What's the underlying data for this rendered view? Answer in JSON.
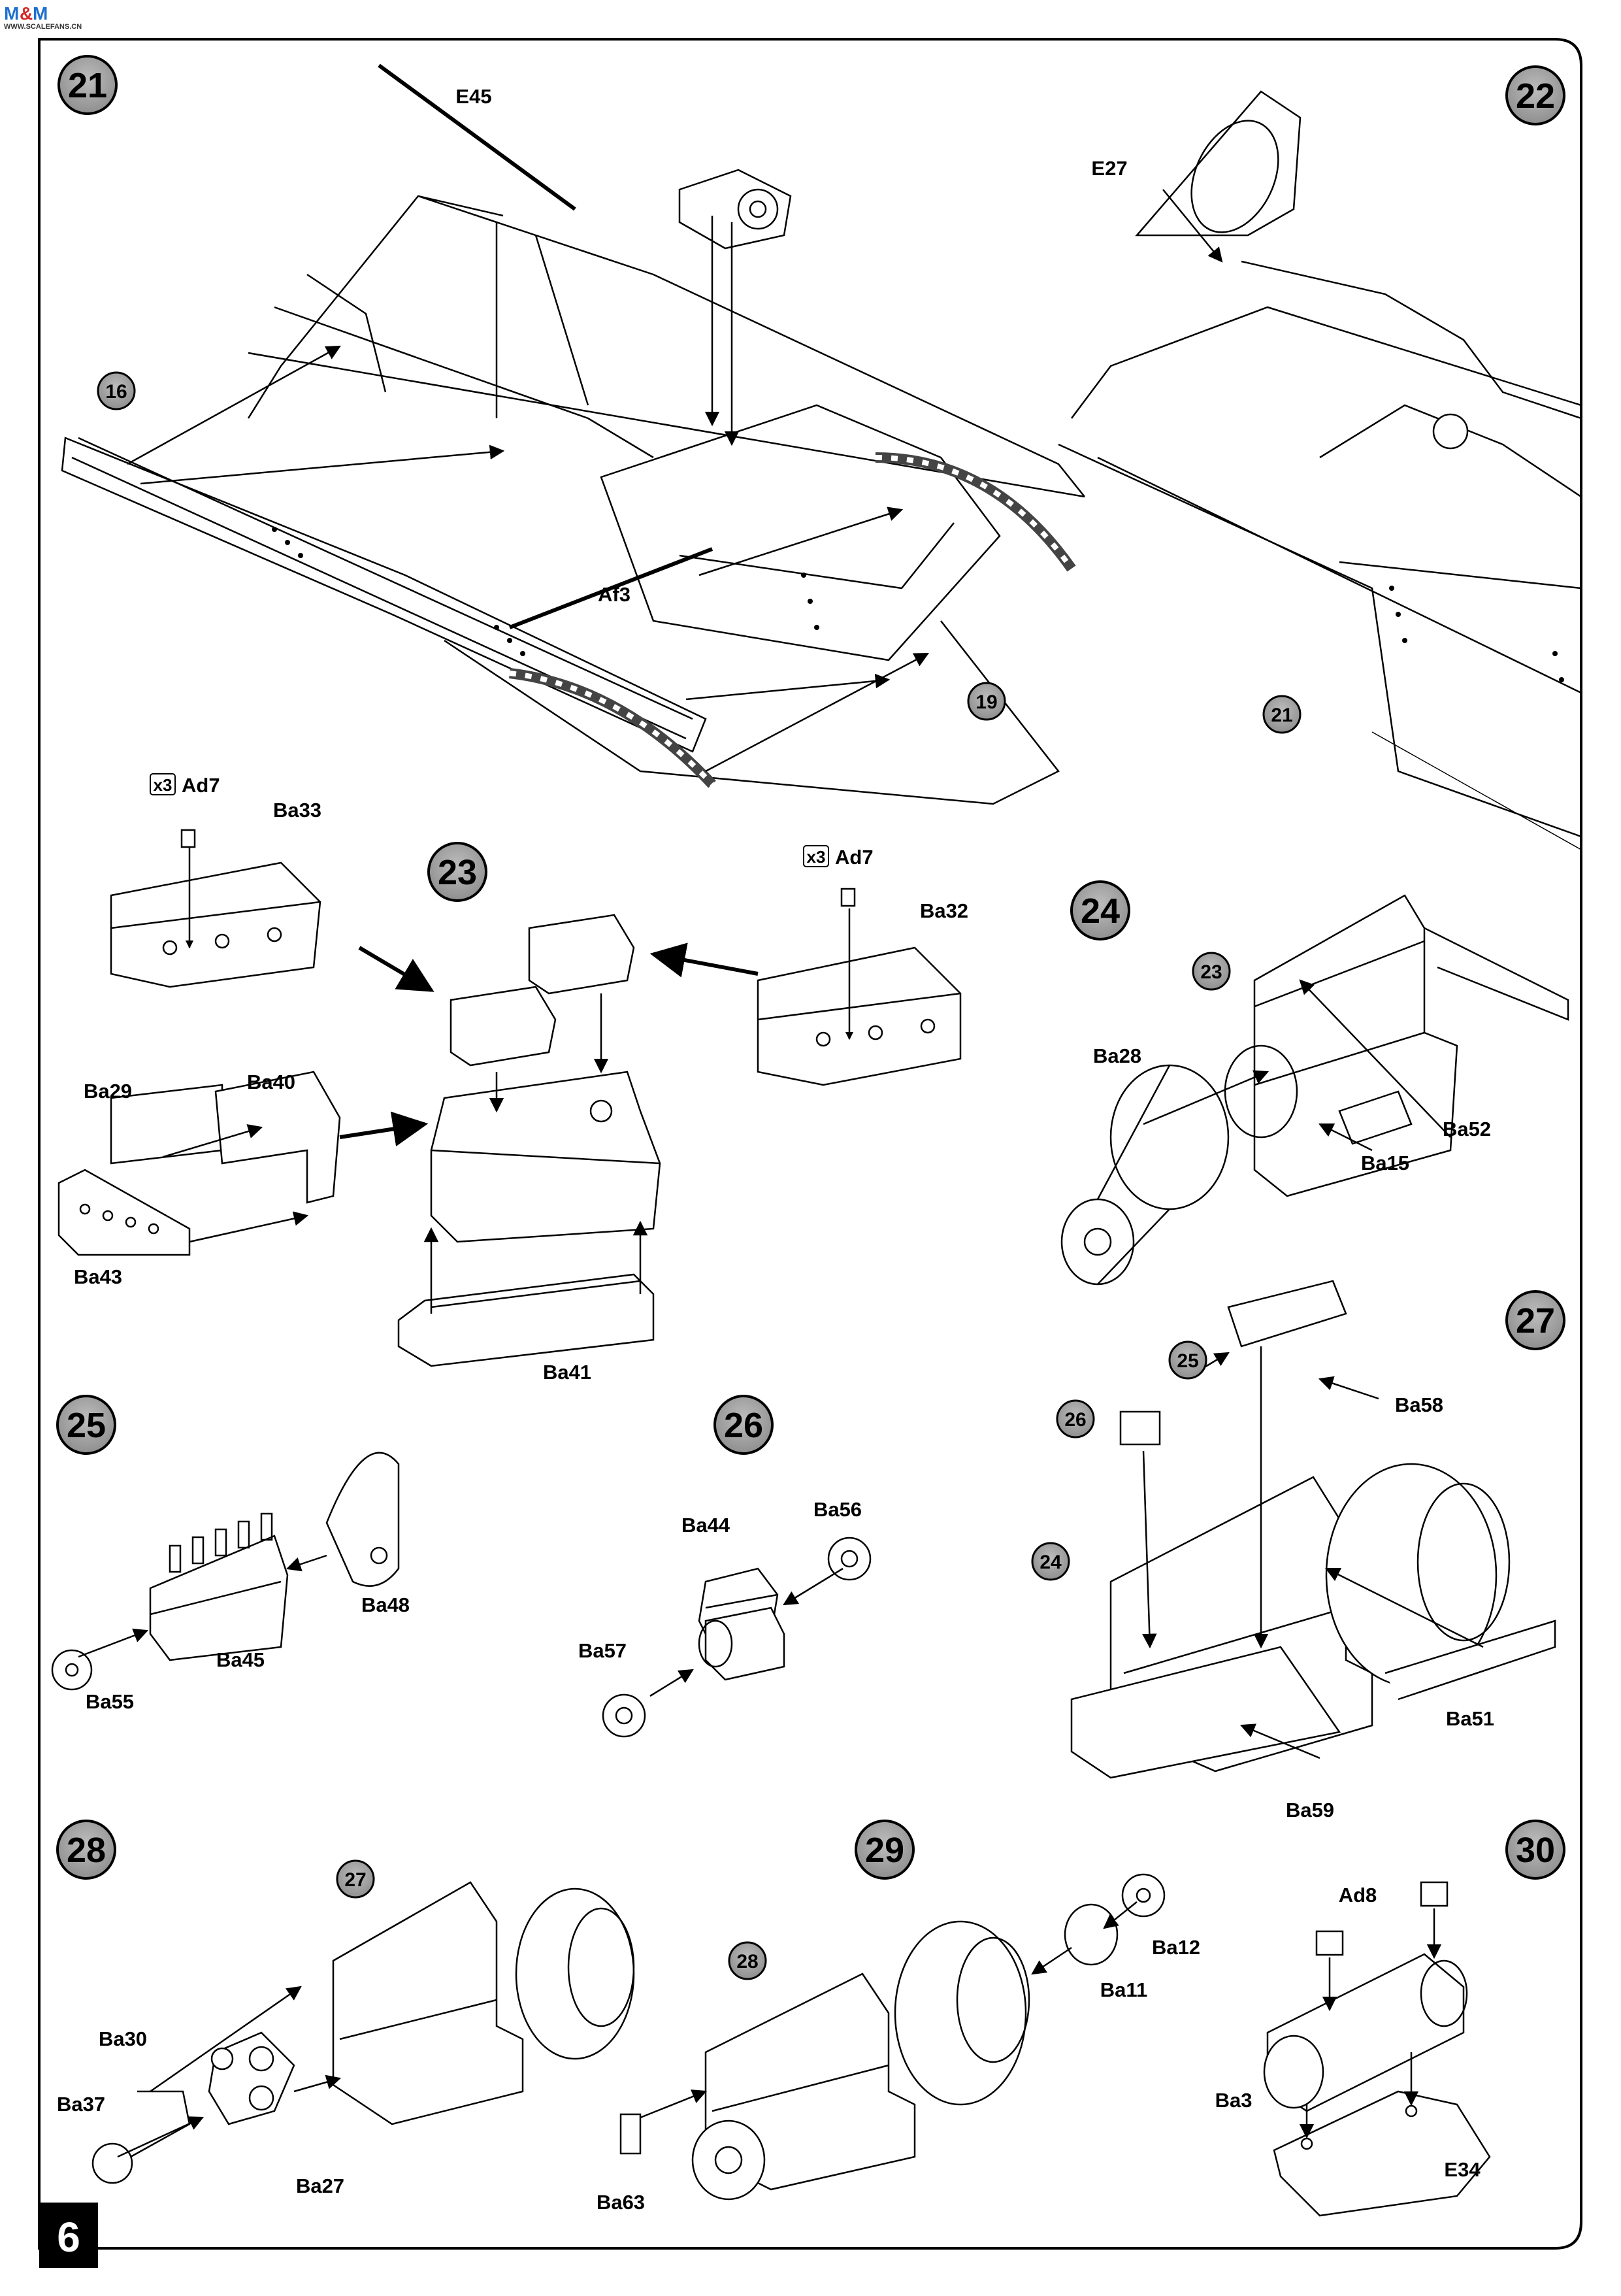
{
  "page": {
    "number": "6"
  },
  "header": {
    "logo": {
      "letters": [
        "M",
        "&",
        "M"
      ],
      "letter_colors": [
        "#1f6fd0",
        "#d62828",
        "#1f6fd0"
      ],
      "caption": "WWW.SCALEFANS.CN"
    }
  },
  "steps": [
    {
      "number": "21",
      "parts": [
        "E45",
        "Af3"
      ],
      "refs": [
        "16",
        "19"
      ]
    },
    {
      "number": "22",
      "parts": [
        "E27"
      ],
      "refs": [
        "21"
      ]
    },
    {
      "number": "23",
      "parts": [
        "Ad7",
        "Ba33",
        "Ad7",
        "Ba32",
        "Ba29",
        "Ba40",
        "Ba43",
        "Ba41"
      ],
      "quantity_marks": [
        "x3",
        "x3"
      ]
    },
    {
      "number": "24",
      "parts": [
        "Ba28",
        "Ba52",
        "Ba15"
      ],
      "refs": [
        "23"
      ]
    },
    {
      "number": "25",
      "parts": [
        "Ba48",
        "Ba45",
        "Ba55"
      ]
    },
    {
      "number": "26",
      "parts": [
        "Ba44",
        "Ba56",
        "Ba57"
      ]
    },
    {
      "number": "27",
      "parts": [
        "Ba58",
        "Ba51",
        "Ba59"
      ],
      "refs": [
        "25",
        "26",
        "24"
      ]
    },
    {
      "number": "28",
      "parts": [
        "Ba30",
        "Ba37",
        "Ba27"
      ],
      "refs": [
        "27"
      ]
    },
    {
      "number": "29",
      "parts": [
        "Ba12",
        "Ba11",
        "Ba63"
      ],
      "refs": [
        "28"
      ]
    },
    {
      "number": "30",
      "parts": [
        "Ad8",
        "Ba3",
        "E34"
      ]
    }
  ]
}
